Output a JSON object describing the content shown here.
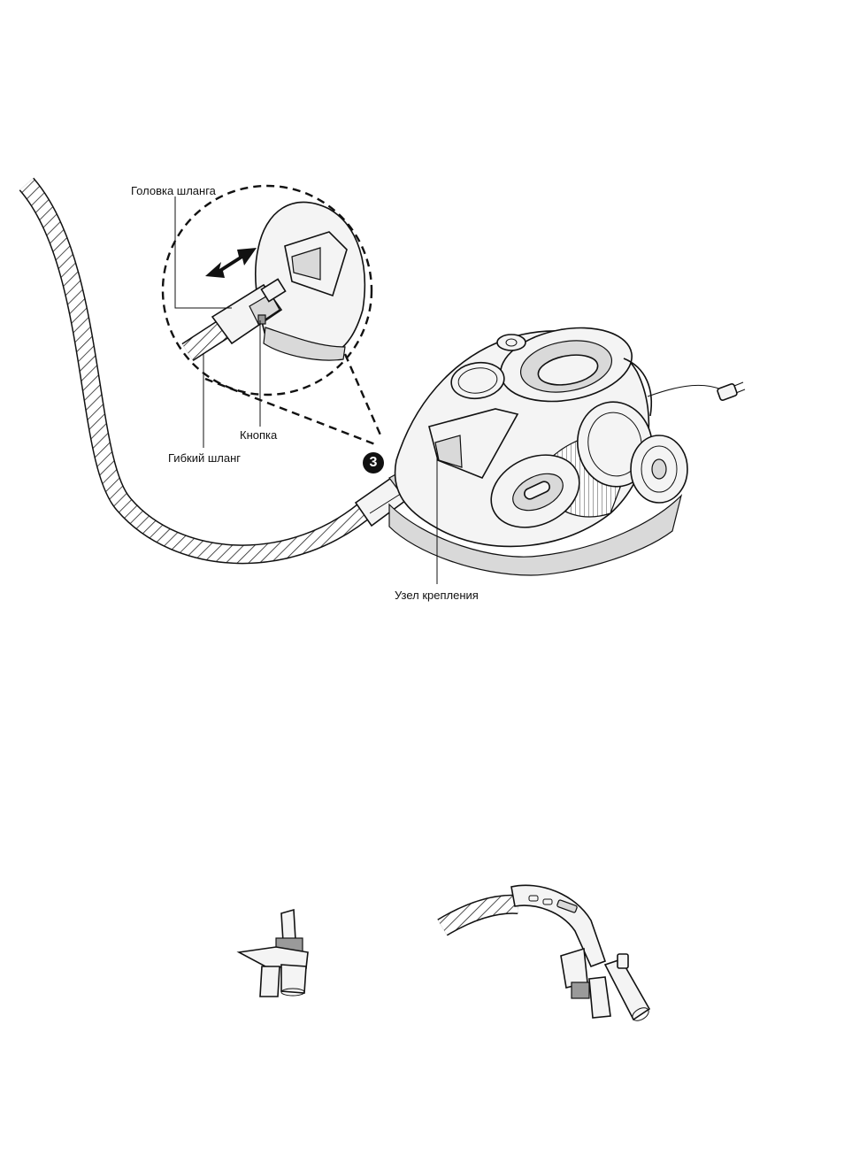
{
  "labels": {
    "hose_head": "Головка шланга",
    "button": "Кнопка",
    "flexible_hose": "Гибкий шланг",
    "attachment": "Узел крепления"
  },
  "step_badge": "3"
}
